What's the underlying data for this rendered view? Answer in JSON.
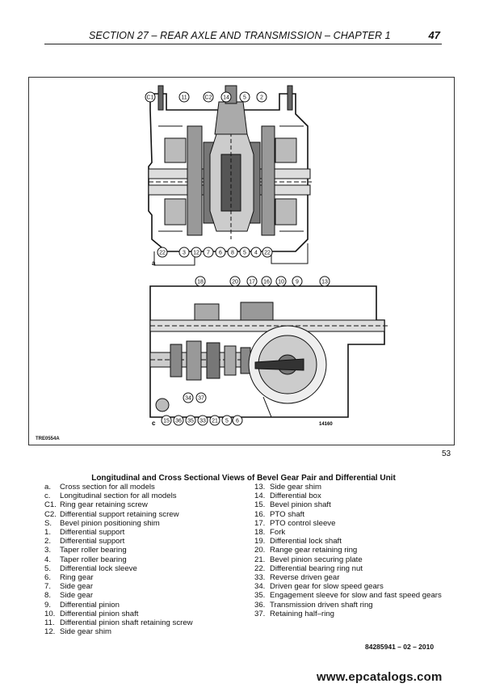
{
  "header": {
    "title": "SECTION 27 – REAR AXLE AND TRANSMISSION – CHAPTER 1",
    "page": "47"
  },
  "figure": {
    "code": "TRE0554A",
    "number": "53",
    "view_a_label": "a",
    "view_c_label": "c",
    "ref_number": "14160",
    "callouts_top": [
      "C1",
      "11",
      "C2",
      "14",
      "5",
      "2"
    ],
    "callouts_bottom_a": [
      "22",
      "3",
      "12",
      "7",
      "6",
      "8",
      "5",
      "4",
      "22"
    ],
    "callouts_top_c": [
      "18",
      "20",
      "17",
      "16",
      "10",
      "9",
      "13"
    ],
    "callouts_bottom_c": [
      "15",
      "36",
      "35",
      "33",
      "21",
      "5",
      "6"
    ],
    "callouts_mid_c": [
      "34",
      "37"
    ]
  },
  "caption": "Longitudinal and Cross Sectional Views of Bevel Gear Pair and Differential Unit",
  "legend_left": [
    {
      "k": "a.",
      "v": "Cross section for all models"
    },
    {
      "k": "c.",
      "v": "Longitudinal section for all models"
    },
    {
      "k": "C1.",
      "v": "Ring gear retaining screw"
    },
    {
      "k": "C2.",
      "v": "Differential support retaining screw"
    },
    {
      "k": "S.",
      "v": "Bevel pinion positioning shim"
    },
    {
      "k": "1.",
      "v": "Differential support"
    },
    {
      "k": "2.",
      "v": "Differential support"
    },
    {
      "k": "3.",
      "v": "Taper roller bearing"
    },
    {
      "k": "4.",
      "v": "Taper roller bearing"
    },
    {
      "k": "5.",
      "v": "Differential lock sleeve"
    },
    {
      "k": "6.",
      "v": "Ring gear"
    },
    {
      "k": "7.",
      "v": "Side gear"
    },
    {
      "k": "8.",
      "v": "Side gear"
    },
    {
      "k": "9.",
      "v": "Differential pinion"
    },
    {
      "k": "10.",
      "v": "Differential pinion shaft"
    },
    {
      "k": "11.",
      "v": "Differential pinion shaft retaining screw"
    },
    {
      "k": "12.",
      "v": "Side gear shim"
    }
  ],
  "legend_right": [
    {
      "k": "13.",
      "v": "Side gear shim"
    },
    {
      "k": "14.",
      "v": "Differential box"
    },
    {
      "k": "15.",
      "v": "Bevel pinion shaft"
    },
    {
      "k": "16.",
      "v": "PTO shaft"
    },
    {
      "k": "17.",
      "v": "PTO control sleeve"
    },
    {
      "k": "18.",
      "v": "Fork"
    },
    {
      "k": "19.",
      "v": "Differential lock shaft"
    },
    {
      "k": "20.",
      "v": "Range gear retaining ring"
    },
    {
      "k": "21.",
      "v": "Bevel pinion securing plate"
    },
    {
      "k": "22.",
      "v": "Differential bearing ring nut"
    },
    {
      "k": "33.",
      "v": "Reverse driven gear"
    },
    {
      "k": "34.",
      "v": "Driven gear for slow speed gears"
    },
    {
      "k": "35.",
      "v": "Engagement sleeve for slow and fast speed gears"
    },
    {
      "k": "36.",
      "v": "Transmission driven shaft ring"
    },
    {
      "k": "37.",
      "v": "Retaining half–ring"
    }
  ],
  "doc_ref": "84285941 – 02 – 2010",
  "watermark": "www.epcatalogs.com"
}
